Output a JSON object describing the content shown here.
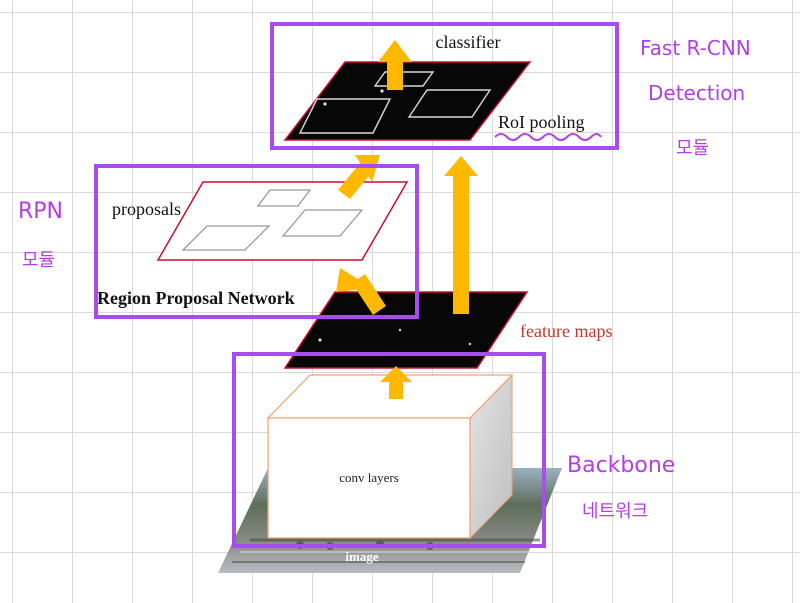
{
  "diagram": {
    "labels": {
      "classifier": "classifier",
      "roi_pooling": "RoI pooling",
      "proposals": "proposals",
      "rpn_title": "Region Proposal Network",
      "feature_maps": "feature maps",
      "conv_layers": "conv layers",
      "image": "image"
    }
  },
  "annotations": {
    "fast_rcnn_line1": "Fast R-CNN",
    "fast_rcnn_line2": "Detection",
    "fast_rcnn_note": "모듈",
    "rpn_line1": "RPN",
    "rpn_note": "모듈",
    "backbone_line1": "Backbone",
    "backbone_note": "네트워크"
  },
  "colors": {
    "highlight_purple": "#a64df0",
    "handwriting_purple": "#b23fe6",
    "arrow_orange": "#ffb800",
    "feature_map_border": "#c8102e",
    "conv_box_border": "#f0a070",
    "feature_label_red": "#c0392b"
  }
}
